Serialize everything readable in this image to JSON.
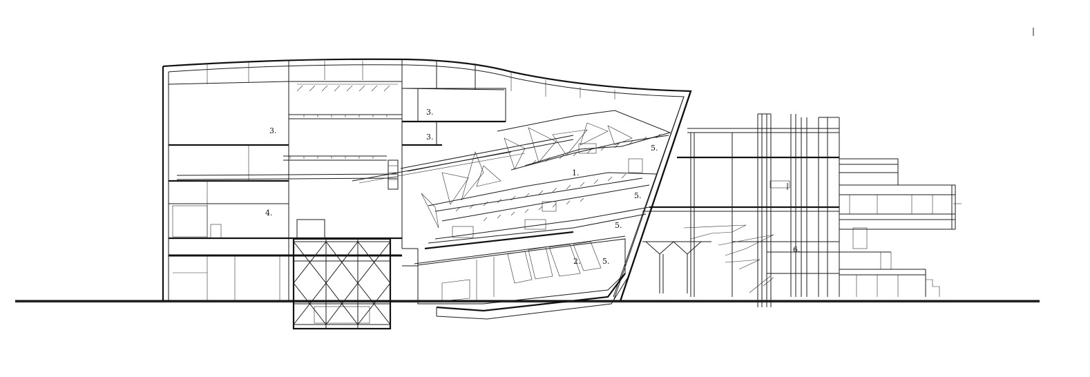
{
  "labels": {
    "l1": "1.",
    "l2": "2.",
    "l3a": "3.",
    "l3b": "3.",
    "l3c": "3.",
    "l4": "4.",
    "l5a": "5.",
    "l5b": "5.",
    "l5c": "5.",
    "l5d": "5.",
    "l6": "6."
  }
}
